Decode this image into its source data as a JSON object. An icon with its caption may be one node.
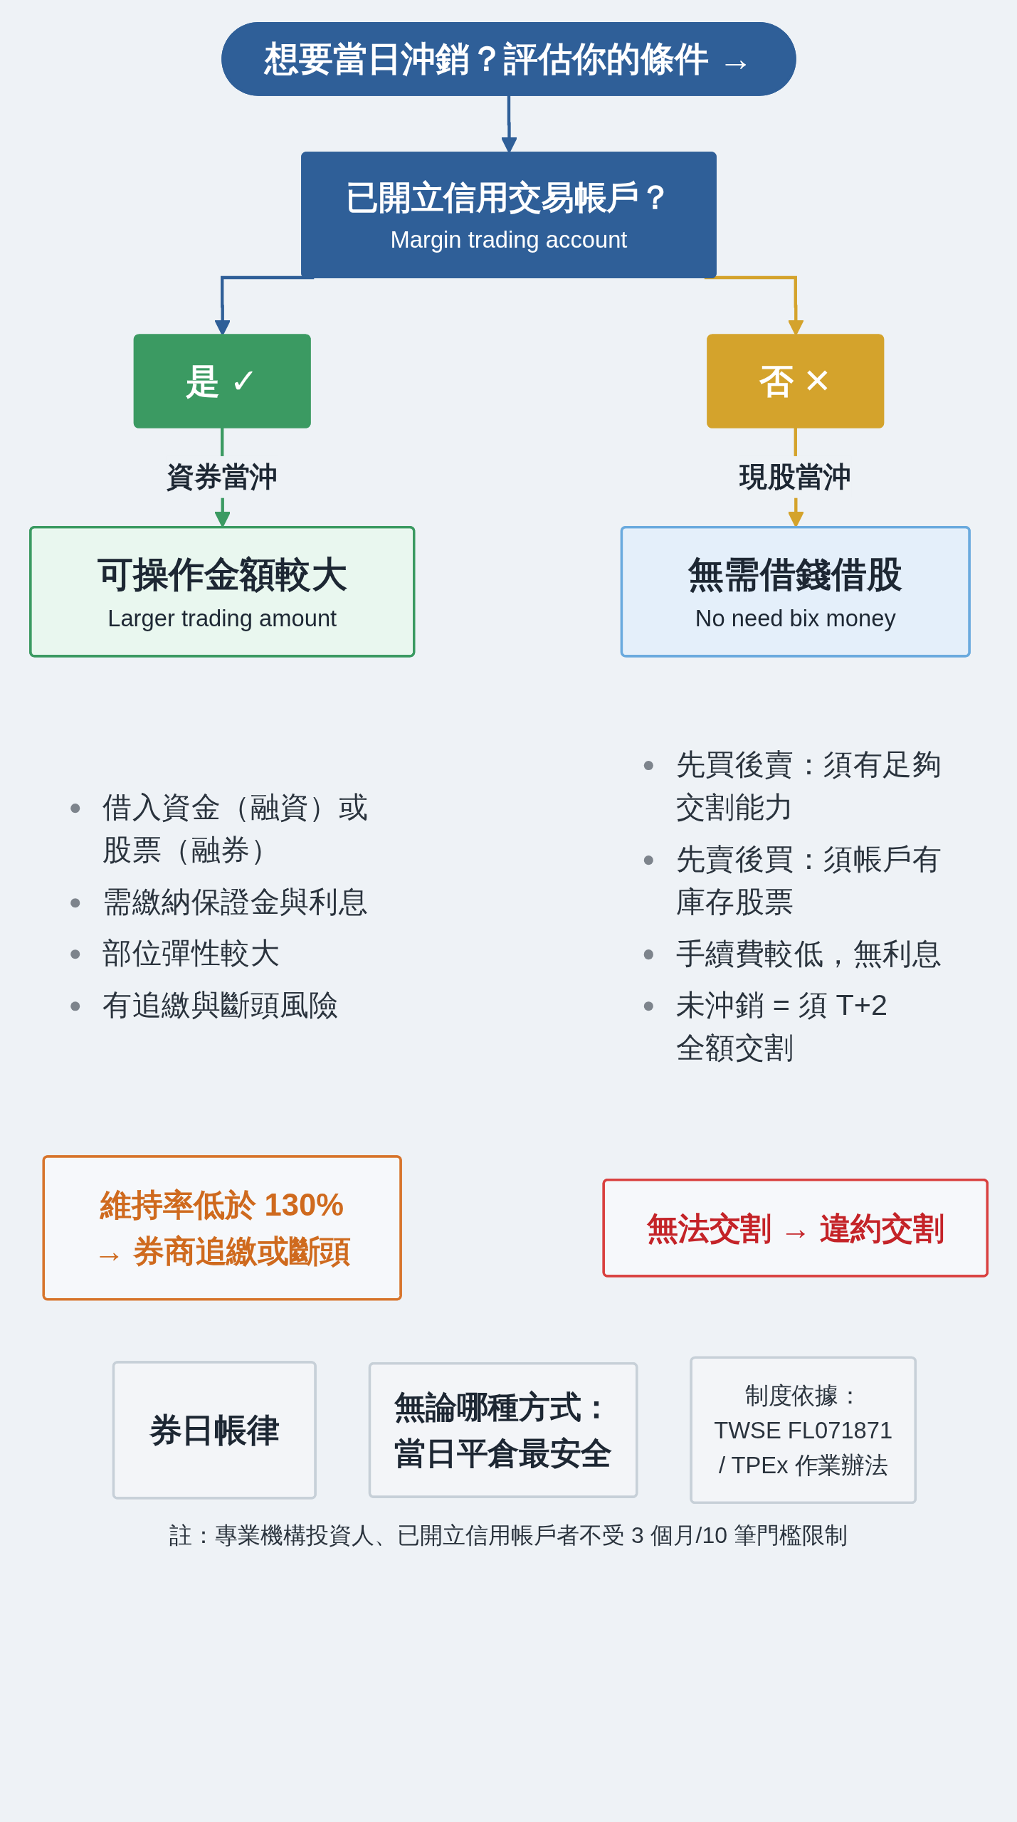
{
  "diagram": {
    "nodes": [
      {
        "text": [
          "想要當日沖銷？評估你的條件 →"
        ]
      },
      {
        "text": [
          "已開立信用交易帳戶？",
          "Margin trading account"
        ]
      },
      {
        "text": [
          "是 ✓"
        ]
      },
      {
        "text": [
          "否 ✕"
        ]
      },
      {
        "text": [
          "可操作金額較大",
          "Larger trading amount"
        ],
        "beside": [
          "借入資金（融資）或股票（融券）",
          "需繳納保證金與利息",
          "部位彈性較大",
          "有追繳與斷頭風險"
        ]
      },
      {
        "text": [
          "無需借錢借股",
          "No need bix money"
        ],
        "beside": [
          "先買後賣：須有足夠交割能力",
          "先賣後買：須帳戶有庫存股票",
          "手續費較低，無利息",
          "未沖銷 = 須 T+2 全額交割"
        ]
      },
      {
        "text": [
          "維持率低於 130% → 券商追繳或斷頭"
        ]
      },
      {
        "text": [
          "無法交割 → 違約交割"
        ]
      },
      {
        "text": [
          "券日帳律"
        ]
      },
      {
        "text": [
          "無論哪種方式：當日平倉最安全"
        ]
      },
      {
        "text": [
          "制度依據： TWSE FL071871 / TPEx 作業辦法"
        ]
      }
    ],
    "edges": [
      {
        "from": 0,
        "to": 1,
        "arrow": "to",
        "color": "#2f5f98"
      },
      {
        "from": 1,
        "to": 2,
        "arrow": "to",
        "color": "#2f5f98"
      },
      {
        "from": 1,
        "to": 3,
        "arrow": "to",
        "color": "#d4a32c"
      },
      {
        "from": 2,
        "to": 4,
        "arrow": "to",
        "label": "資券當沖",
        "color": "#3b9a62"
      },
      {
        "from": 3,
        "to": 5,
        "arrow": "to",
        "label": "現股當沖",
        "color": "#d4a32c"
      }
    ],
    "caption": "註：專業機構投資人、已開立信用帳戶者不受 3 個月/10 筆門檻限制"
  }
}
